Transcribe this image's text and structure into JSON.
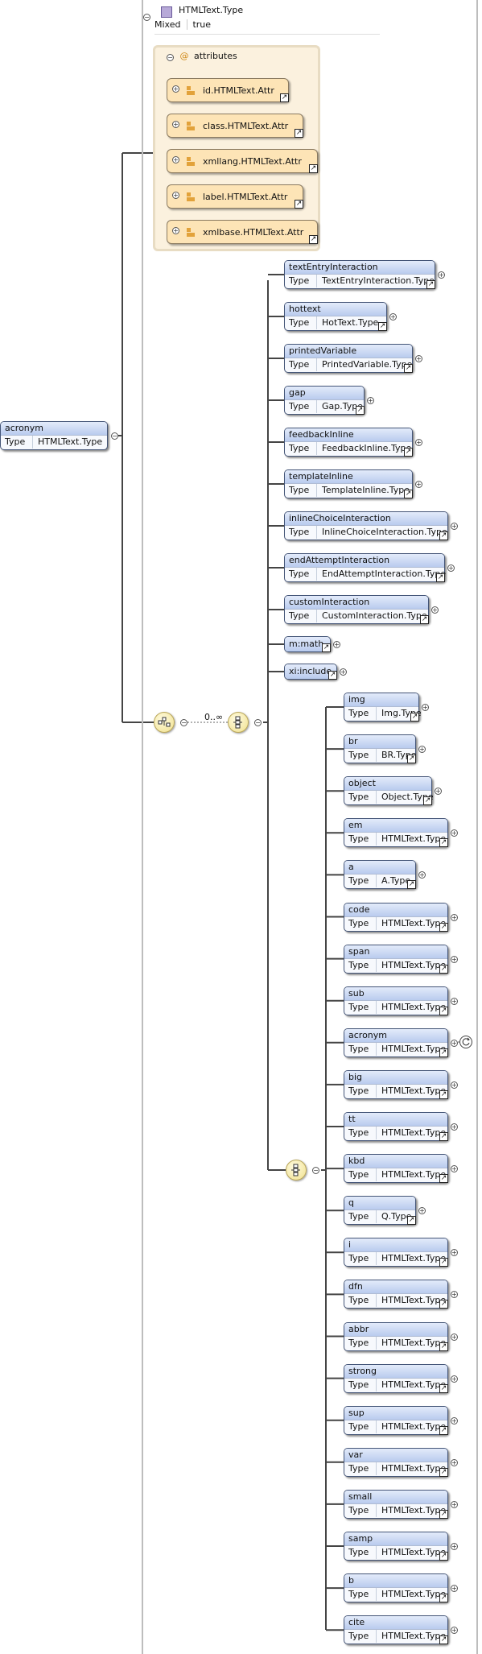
{
  "root": {
    "name": "acronym",
    "type_label": "Type",
    "type": "HTMLText.Type"
  },
  "complex_type": {
    "name": "HTMLText.Type",
    "mixed_label": "Mixed",
    "mixed_value": "true"
  },
  "attributes": {
    "title": "attributes",
    "items": [
      "id.HTMLText.Attr",
      "class.HTMLText.Attr",
      "xmllang.HTMLText.Attr",
      "label.HTMLText.Attr",
      "xmlbase.HTMLText.Attr"
    ]
  },
  "occurrence": "0..∞",
  "choice1": [
    {
      "name": "textEntryInteraction",
      "type": "TextEntryInteraction.Type"
    },
    {
      "name": "hottext",
      "type": "HotText.Type"
    },
    {
      "name": "printedVariable",
      "type": "PrintedVariable.Type"
    },
    {
      "name": "gap",
      "type": "Gap.Type"
    },
    {
      "name": "feedbackInline",
      "type": "FeedbackInline.Type"
    },
    {
      "name": "templateInline",
      "type": "TemplateInline.Type"
    },
    {
      "name": "inlineChoiceInteraction",
      "type": "InlineChoiceInteraction.Type"
    },
    {
      "name": "endAttemptInteraction",
      "type": "EndAttemptInteraction.Type"
    },
    {
      "name": "customInteraction",
      "type": "CustomInteraction.Type"
    },
    {
      "name": "m:math",
      "type": null
    },
    {
      "name": "xi:include",
      "type": null
    }
  ],
  "choice2": [
    {
      "name": "img",
      "type": "Img.Type"
    },
    {
      "name": "br",
      "type": "BR.Type"
    },
    {
      "name": "object",
      "type": "Object.Type"
    },
    {
      "name": "em",
      "type": "HTMLText.Type"
    },
    {
      "name": "a",
      "type": "A.Type"
    },
    {
      "name": "code",
      "type": "HTMLText.Type"
    },
    {
      "name": "span",
      "type": "HTMLText.Type"
    },
    {
      "name": "sub",
      "type": "HTMLText.Type"
    },
    {
      "name": "acronym",
      "type": "HTMLText.Type"
    },
    {
      "name": "big",
      "type": "HTMLText.Type"
    },
    {
      "name": "tt",
      "type": "HTMLText.Type"
    },
    {
      "name": "kbd",
      "type": "HTMLText.Type"
    },
    {
      "name": "q",
      "type": "Q.Type"
    },
    {
      "name": "i",
      "type": "HTMLText.Type"
    },
    {
      "name": "dfn",
      "type": "HTMLText.Type"
    },
    {
      "name": "abbr",
      "type": "HTMLText.Type"
    },
    {
      "name": "strong",
      "type": "HTMLText.Type"
    },
    {
      "name": "sup",
      "type": "HTMLText.Type"
    },
    {
      "name": "var",
      "type": "HTMLText.Type"
    },
    {
      "name": "small",
      "type": "HTMLText.Type"
    },
    {
      "name": "samp",
      "type": "HTMLText.Type"
    },
    {
      "name": "b",
      "type": "HTMLText.Type"
    },
    {
      "name": "cite",
      "type": "HTMLText.Type"
    }
  ],
  "type_label": "Type"
}
